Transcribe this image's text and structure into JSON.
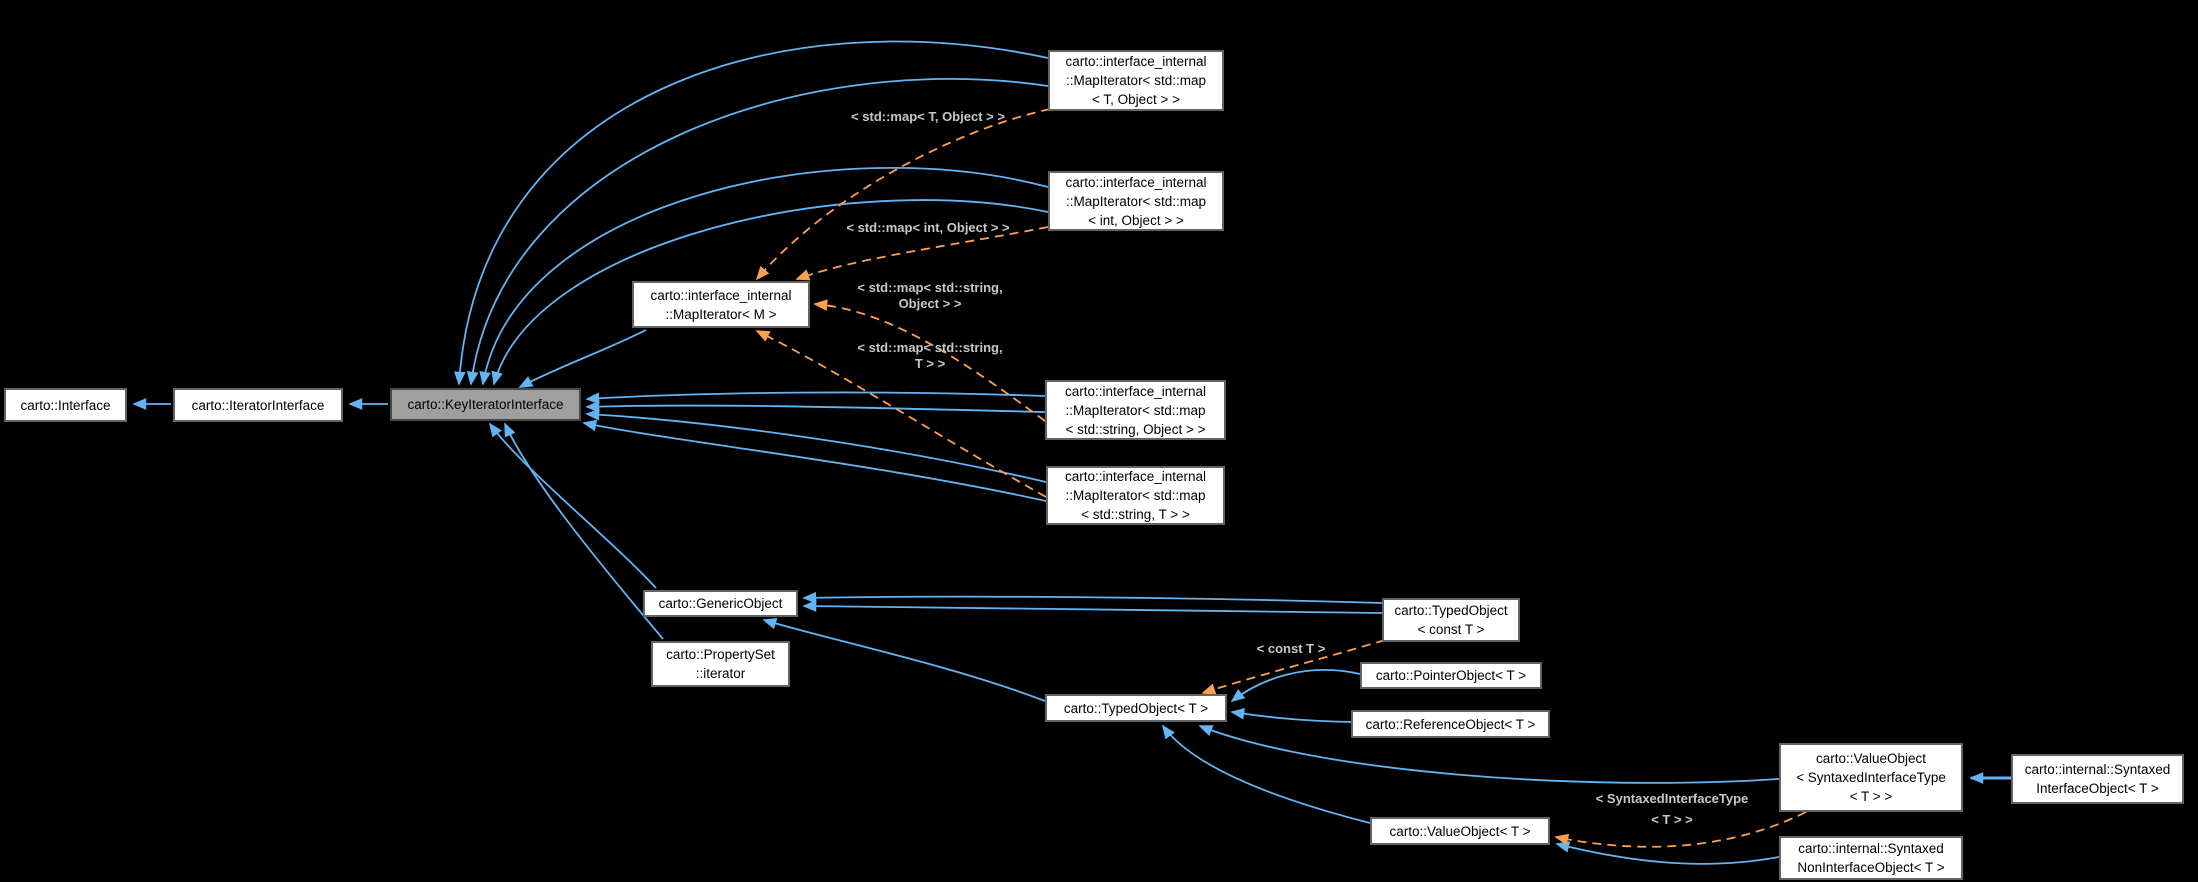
{
  "diagram": {
    "type": "doxygen-inheritance-graph",
    "focus_class": "carto::KeyIteratorInterface",
    "colors": {
      "background": "#000000",
      "inheritance_edge": "#63b4f5",
      "template_edge": "#ffa04d",
      "node_fill": "#ffffff",
      "node_border": "#606468",
      "highlight_node_fill": "#9f9f9f",
      "node_text": "#000000",
      "edge_label_text": "#c8c8c8"
    }
  },
  "nodes": {
    "interface": {
      "lines": [
        "carto::Interface"
      ]
    },
    "iterator_interface": {
      "lines": [
        "carto::IteratorInterface"
      ]
    },
    "key_iterator_interface": {
      "lines": [
        "carto::KeyIteratorInterface"
      ]
    },
    "map_iterator_m": {
      "lines": [
        "carto::interface_internal",
        "::MapIterator< M >"
      ]
    },
    "map_iterator_t_object": {
      "lines": [
        "carto::interface_internal",
        "::MapIterator< std::map",
        "< T, Object > >"
      ]
    },
    "map_iterator_int_object": {
      "lines": [
        "carto::interface_internal",
        "::MapIterator< std::map",
        "< int, Object > >"
      ]
    },
    "map_iterator_string_object": {
      "lines": [
        "carto::interface_internal",
        "::MapIterator< std::map",
        "< std::string, Object > >"
      ]
    },
    "map_iterator_string_t": {
      "lines": [
        "carto::interface_internal",
        "::MapIterator< std::map",
        "< std::string, T > >"
      ]
    },
    "generic_object": {
      "lines": [
        "carto::GenericObject"
      ]
    },
    "property_set_iterator": {
      "lines": [
        "carto::PropertySet",
        "::iterator"
      ]
    },
    "typed_object_t": {
      "lines": [
        "carto::TypedObject< T >"
      ]
    },
    "typed_object_const_t": {
      "lines": [
        "carto::TypedObject",
        "< const T >"
      ]
    },
    "pointer_object": {
      "lines": [
        "carto::PointerObject< T >"
      ]
    },
    "reference_object": {
      "lines": [
        "carto::ReferenceObject< T >"
      ]
    },
    "value_object_t": {
      "lines": [
        "carto::ValueObject< T >"
      ]
    },
    "value_object_sit": {
      "lines": [
        "carto::ValueObject",
        "< SyntaxedInterfaceType",
        "< T > >"
      ]
    },
    "syntaxed_interface_object": {
      "lines": [
        "carto::internal::Syntaxed",
        "InterfaceObject< T >"
      ]
    },
    "syntaxed_non_interface_object": {
      "lines": [
        "carto::internal::Syntaxed",
        "NonInterfaceObject< T >"
      ]
    }
  },
  "edge_labels": {
    "t_object": {
      "lines": [
        "< std::map< T, Object > >"
      ]
    },
    "int_object": {
      "lines": [
        "< std::map< int, Object > >"
      ]
    },
    "string_object": {
      "lines": [
        "< std::map< std::string,",
        "Object > >"
      ]
    },
    "string_t": {
      "lines": [
        "< std::map< std::string,",
        "T > >"
      ]
    },
    "const_t": {
      "lines": [
        "< const T >"
      ]
    },
    "syntaxed_interface_type": {
      "lines": [
        "< SyntaxedInterfaceType",
        "< T > >"
      ]
    }
  }
}
